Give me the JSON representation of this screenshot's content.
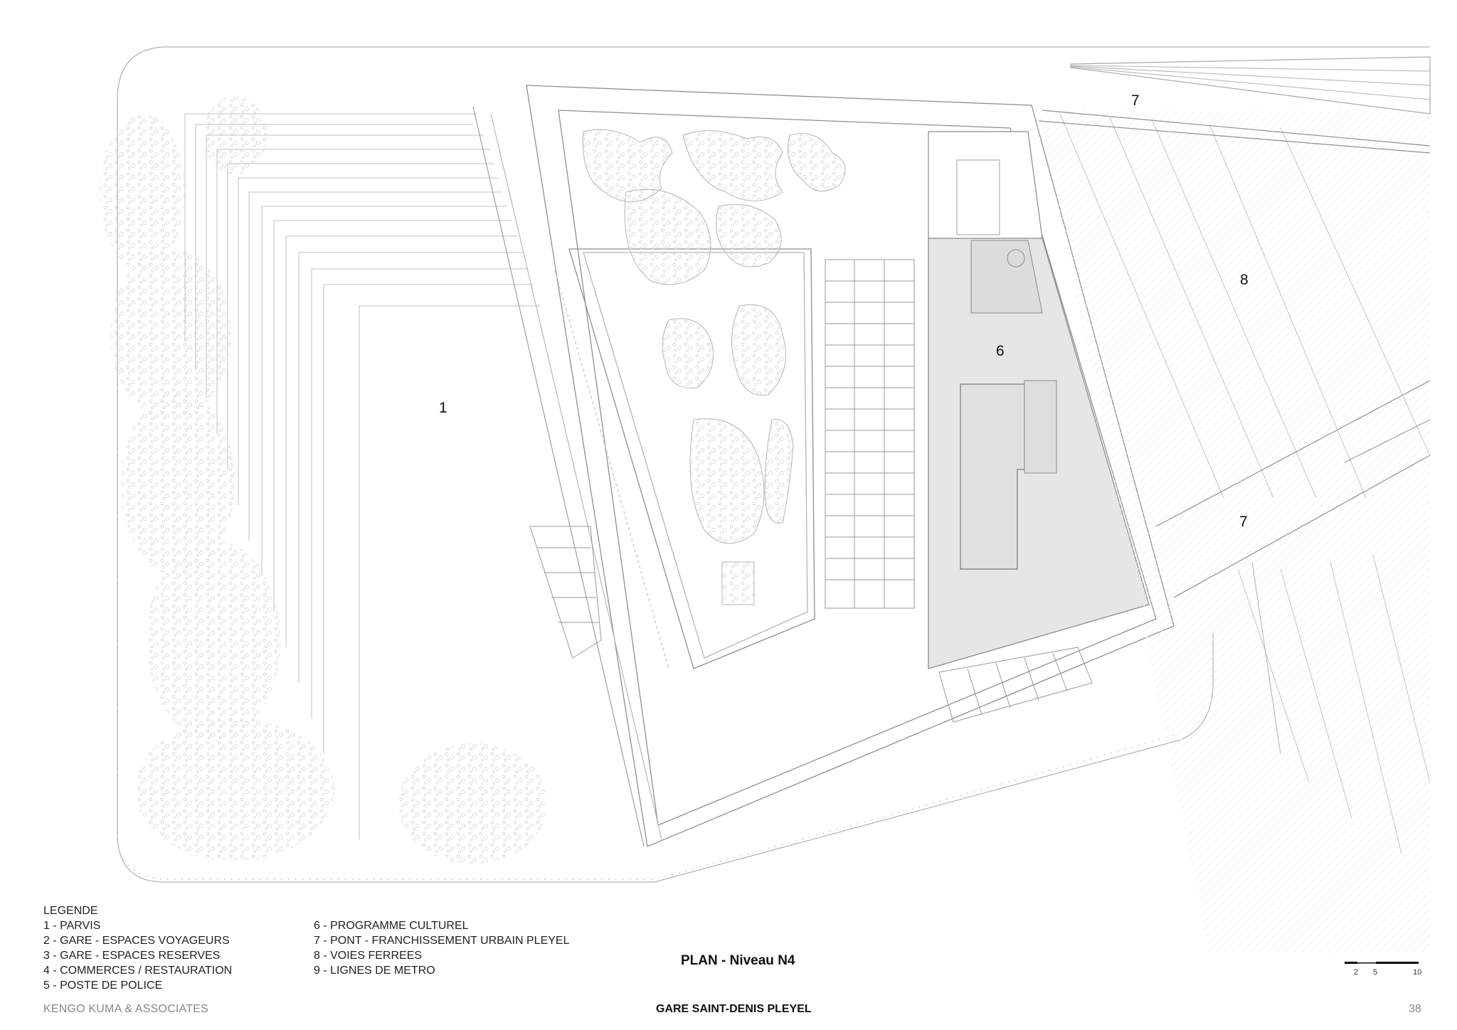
{
  "plan": {
    "labels": [
      "1",
      "6",
      "7",
      "7",
      "8"
    ],
    "title": "PLAN - Niveau N4"
  },
  "legend": {
    "heading": "LEGENDE",
    "items": [
      "1 - PARVIS",
      "2 - GARE - ESPACES VOYAGEURS",
      "3 - GARE - ESPACES RESERVES",
      "4 - COMMERCES / RESTAURATION",
      "5 - POSTE DE POLICE",
      "6 - PROGRAMME CULTUREL",
      "7 -  PONT - FRANCHISSEMENT URBAIN PLEYEL",
      "8 - VOIES FERREES",
      "9 - LIGNES DE METRO"
    ]
  },
  "scale": {
    "ticks": [
      "2",
      "5",
      "10"
    ]
  },
  "footer": {
    "office": "KENGO KUMA & ASSOCIATES",
    "project": "GARE SAINT-DENIS PLEYEL",
    "page": "38"
  },
  "colors": {
    "shaded_zone": "#e6e6e6",
    "lines": "#9a9a9a",
    "trees": "#cfcfcf"
  }
}
